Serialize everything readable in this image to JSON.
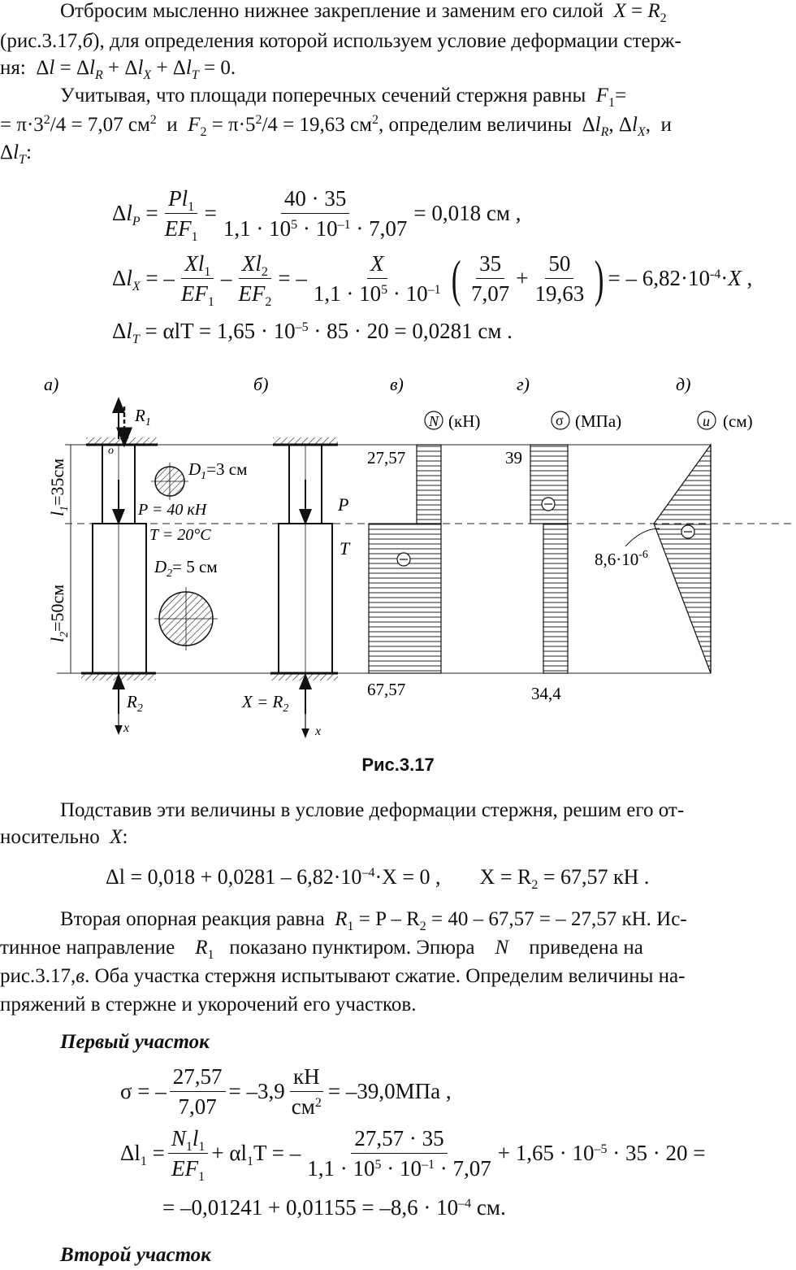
{
  "para1": {
    "l1a": "Отбросим мысленно нижнее закрепление и заменим его силой",
    "l2a": "(рис.3.17,",
    "l2b": "б",
    "l2c": "), для определения которой используем условие деформации стерж-",
    "l3a": "ня:"
  },
  "para2": {
    "l1a": "Учитывая, что площади поперечных сечений стержня равны",
    "l2a": "= π·3",
    "l2b": "/4 = 7,07 см",
    "l2c": "и",
    "l2d": "= π·5",
    "l2e": "/4 = 19,63 см",
    "l2f": ", определим величины",
    "l2g": "и"
  },
  "eqs": {
    "p_num_a": "40 · 35",
    "p_den": "1,1 · 10",
    "p_den_b": " · 10",
    "p_den_c": " · 7,07",
    "p_res": "= 0,018 см ,",
    "x_frac_35": "35",
    "x_frac_707": "7,07",
    "x_frac_50": "50",
    "x_frac_1963": "19,63",
    "x_res": "= – 6,82·10",
    "t_expr": "= αlT = 1,65 · 10",
    "t_expr2": " · 85 · 20 = 0,0281  см ."
  },
  "figure": {
    "labels": [
      "а)",
      "б)",
      "в)",
      "г)",
      "д)"
    ],
    "R1": "R",
    "R2": "R",
    "O": "о",
    "D1": "D",
    "D1_val": "=3 см",
    "D2": "D",
    "D2_val": "= 5 см",
    "P_label": "P = 40 кН",
    "T_label": "T = 20°C",
    "l1_label": "l",
    "l1_val": "=35см",
    "l2_label": "l",
    "l2_val": "=50см",
    "X_label": "X = R",
    "x_axis": "x",
    "P_mark": "P",
    "T_mark": "T",
    "N_symbol": "N",
    "N_unit": "(кН)",
    "sigma_symbol": "σ",
    "sigma_unit": "(МПа)",
    "u_symbol": "u",
    "u_unit": "(см)",
    "N_top": "27,57",
    "N_bottom": "67,57",
    "sigma_top": "39",
    "sigma_bottom": "34,4",
    "u_mid": "8,6·10",
    "u_mid_exp": "-6",
    "minus": "–"
  },
  "caption": "Рис.3.17",
  "para3": {
    "l1": "Подставив эти величины в условие деформации стержня, решим его от-",
    "l2a": "носительно"
  },
  "eq_solve": {
    "a": "Δl = 0,018 + 0,0281 – 6,82·10",
    "b": "·X = 0 ,",
    "c": "X = R",
    "d": "= 67,57 кН ."
  },
  "para4": {
    "l1a": "Вторая опорная реакция равна",
    "l1b": "= P – R",
    "l1c": "= 40 – 67,57 = – 27,57 кН. Ис-",
    "l2a": "тинное направление",
    "l2b": "показано пунктиром. Эпюра",
    "l2c": "приведена на",
    "l3a": "рис.3.17,",
    "l3b": "в",
    "l3c": ". Оба участка стержня испытывают сжатие. Определим величины на-",
    "l4": "пряжений в стержне и укорочений его участков."
  },
  "heading1": "Первый участок",
  "eq_sigma": {
    "num": "27,57",
    "den": "7,07",
    "mid": "= –3,9",
    "unit_num": "кН",
    "unit_den": "см",
    "res": "= –39,0МПа ,"
  },
  "eq_dl1": {
    "lhs": "Δl",
    "t1num": "N",
    "t1den": "EF",
    "t2": "+ αl",
    "t2b": "T = –",
    "numc": "27,57 · 35",
    "denc": "1,1 · 10",
    "denc2": " · 10",
    "denc3": " · 7,07",
    "tail": "+ 1,65 · 10",
    "tail2": " · 35 · 20 =",
    "line2": "= –0,01241 + 0,01155 = –8,6 · 10",
    "line2b": " см."
  },
  "heading2": "Второй участок",
  "exps": {
    "e5": "5",
    "em1": "–1",
    "em4": "-4",
    "em5": "–5",
    "em4b": "–4",
    "two": "2",
    "one": "1"
  }
}
